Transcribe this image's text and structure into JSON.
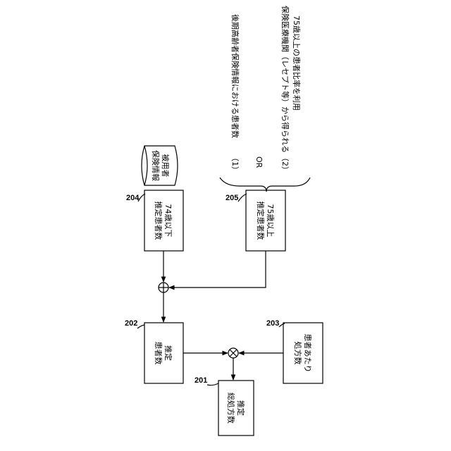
{
  "refs": {
    "r201": "201",
    "r202": "202",
    "r203": "203",
    "r204": "204",
    "r205": "205"
  },
  "boxes": {
    "estimated_total_prescriptions": {
      "line1": "推定",
      "line2": "総処方数"
    },
    "estimated_patients": {
      "line1": "推定",
      "line2": "患者数"
    },
    "prescriptions_per_patient": {
      "line1": "患者あたり",
      "line2": "処方数"
    },
    "under74_estimated_patients": {
      "line1": "74歳以下",
      "line2": "推定患者数"
    },
    "over75_estimated_patients": {
      "line1": "75歳以上",
      "line2": "推定患者数"
    },
    "insured_info_db": {
      "line1": "被用者",
      "line2": "保険情報"
    }
  },
  "note": {
    "opt1_num": "（1）",
    "opt1_text": "後期高齢者保険情報における患者数",
    "or": "OR",
    "opt2_num": "（2）",
    "opt2_line1": "保険医療機関（レセプト等）から得られる",
    "opt2_line2": "75歳以上の患者比率を利用"
  }
}
